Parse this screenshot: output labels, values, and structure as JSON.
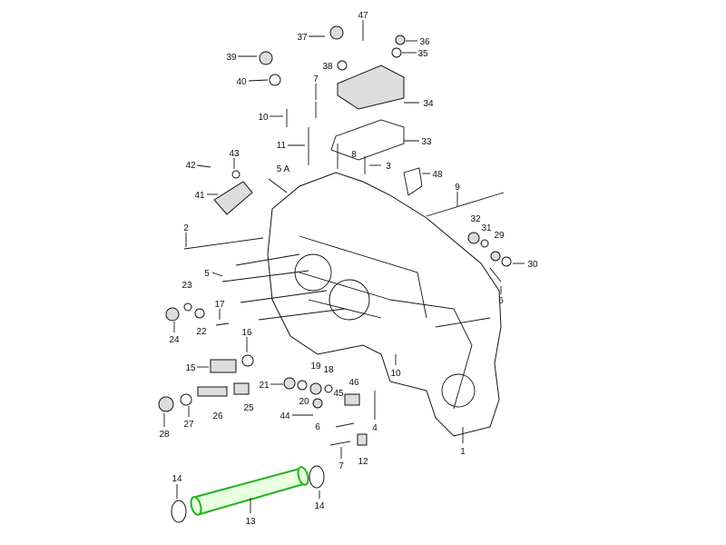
{
  "diagram": {
    "highlight_color": "#22b11a",
    "highlighted_part": "13",
    "labels": [
      "47",
      "37",
      "36",
      "39",
      "38",
      "35",
      "40",
      "7",
      "34",
      "10",
      "33",
      "11",
      "8",
      "43",
      "3",
      "42",
      "5 A",
      "48",
      "41",
      "9",
      "2",
      "32",
      "31",
      "29",
      "30",
      "5",
      "23",
      "6",
      "17",
      "22",
      "16",
      "24",
      "15",
      "10",
      "19",
      "18",
      "21",
      "46",
      "45",
      "20",
      "25",
      "4",
      "26",
      "27",
      "6",
      "44",
      "28",
      "1",
      "12",
      "7",
      "14",
      "14",
      "13"
    ]
  }
}
